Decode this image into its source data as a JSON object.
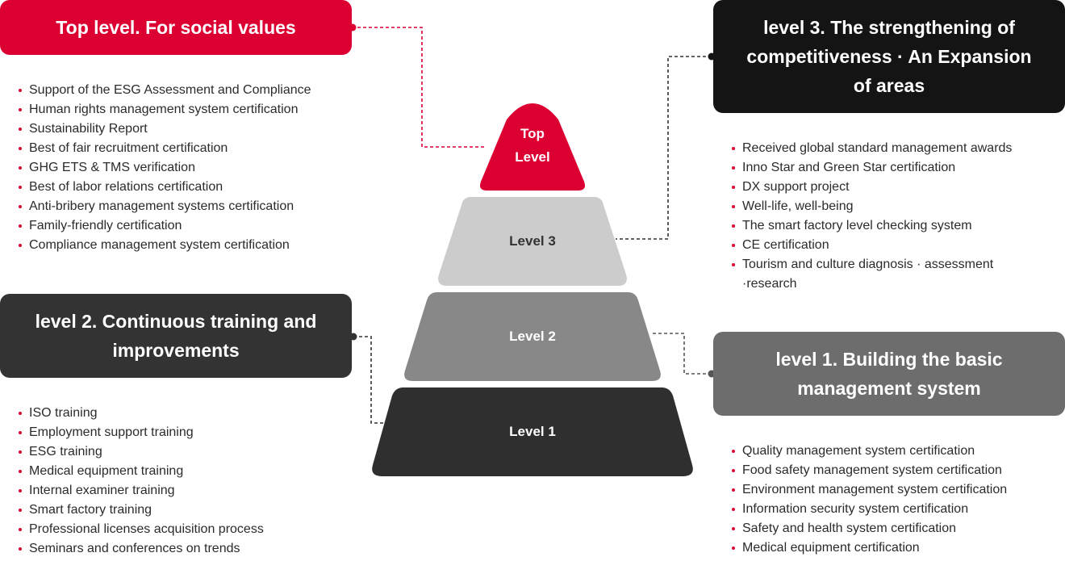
{
  "top_level": {
    "title": "Top level. For social values",
    "items": [
      "Support of the ESG Assessment and Compliance",
      "Human rights management system certification",
      "Sustainability Report",
      "Best of fair recruitment certification",
      "GHG ETS & TMS verification",
      "Best of labor relations certification",
      "Anti-bribery management systems certification",
      "Family-friendly certification",
      "Compliance management system certification"
    ]
  },
  "level3": {
    "title_lines": [
      "level 3. The strengthening of",
      "competitiveness · An Expansion",
      "of areas"
    ],
    "items": [
      "Received global standard management awards",
      "Inno Star and Green Star certification",
      "DX support project",
      "Well-life, well-being",
      "The smart factory level checking system",
      "CE certification",
      "Tourism and culture diagnosis · assessment ·research"
    ]
  },
  "level2": {
    "title_lines": [
      "level 2. Continuous training and",
      "improvements"
    ],
    "items": [
      "ISO training",
      "Employment support training",
      "ESG training",
      "Medical equipment training",
      "Internal examiner training",
      "Smart factory training",
      "Professional licenses acquisition process",
      "Seminars and conferences on trends"
    ]
  },
  "level1": {
    "title_lines": [
      "level 1. Building the basic",
      "management system"
    ],
    "items": [
      "Quality management system certification",
      "Food safety management system certification",
      "Environment management system certification",
      "Information security system certification",
      "Safety and health system certification",
      "Medical equipment certification"
    ]
  },
  "pyramid": {
    "top_line1": "Top",
    "top_line2": "Level",
    "level3": "Level 3",
    "level2": "Level 2",
    "level1": "Level 1"
  },
  "colors": {
    "accent_red": "#dc0032",
    "level3_box": "#141414",
    "level2_box": "#333333",
    "level1_box": "#6d6d6d",
    "tier3_fill": "#cccccc",
    "tier2_fill": "#888888",
    "tier1_fill": "#2f2f2f"
  }
}
